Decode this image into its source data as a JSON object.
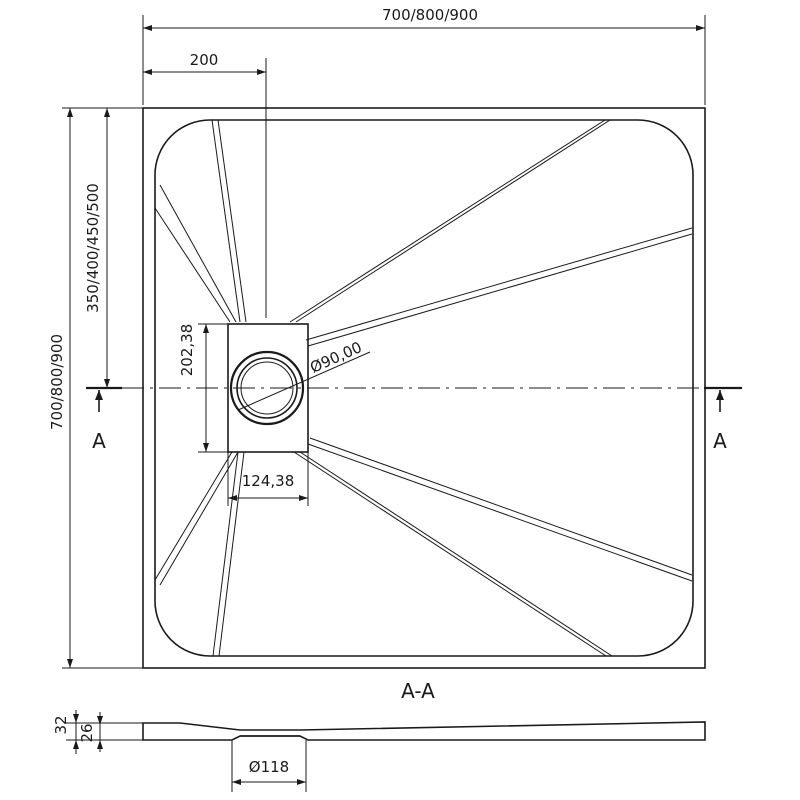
{
  "dimensions": {
    "overall_width": "700/800/900",
    "drain_offset_x": "200",
    "overall_height": "700/800/900",
    "drain_offset_y": "350/400/450/500",
    "drain_cover_height": "202,38",
    "drain_cover_width": "124,38",
    "drain_diameter": "Ø90,00",
    "outlet_diameter": "Ø118",
    "total_thickness": "32",
    "rim_thickness": "26"
  },
  "section": {
    "marker_left": "A",
    "marker_right": "A",
    "title": "A-A"
  }
}
